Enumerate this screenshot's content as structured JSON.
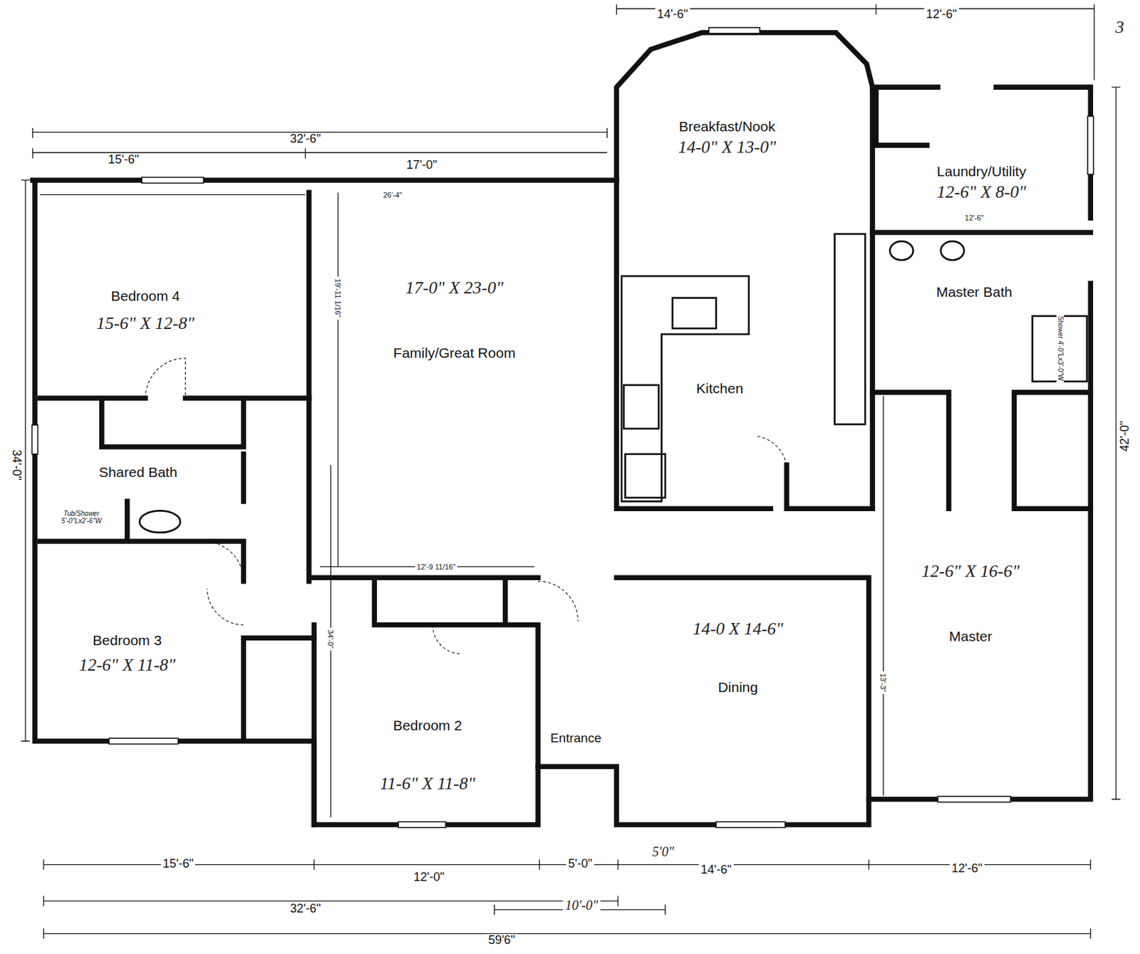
{
  "diagram": {
    "nodes": [
      {
        "text": [
          "Breakfast/Nook",
          "14-0\" X 13-0\""
        ]
      },
      {
        "text": [
          "Laundry/Utility",
          "12-6\" X 8-0\""
        ]
      },
      {
        "text": [
          "Bedroom 4",
          "15-6\" X 12-8\""
        ]
      },
      {
        "text": [
          "17-0\" X 23-0\"",
          "Family/Great Room"
        ]
      },
      {
        "text": [
          "Master Bath"
        ]
      },
      {
        "text": [
          "Kitchen"
        ]
      },
      {
        "text": [
          "Shared Bath"
        ]
      },
      {
        "text": [
          "12-6\" X 16-6\"",
          "Master"
        ]
      },
      {
        "text": [
          "Bedroom 3",
          "12-6\" X 11-8\""
        ]
      },
      {
        "text": [
          "14-0 X 14-6\"",
          "Dining"
        ]
      },
      {
        "text": [
          "Bedroom 2",
          "11-6\" X 11-8\""
        ]
      },
      {
        "text": [
          "Entrance"
        ]
      }
    ],
    "labels": [
      "3",
      "14'-6\"",
      "12'-6\"",
      "32'-6\"",
      "15'-6\"",
      "17'-0\"",
      "26'-4\"",
      "34'-0\"",
      "42'-0\"",
      "19'-11 1/16\"",
      "34'-0\"",
      "12'-9 11/16\"",
      "12'-6\"",
      "13'-3\"",
      "Tub/Shower 5'-0\"Lx2'-6\"W",
      "Shower 4'-0\"Lx3'-0\"W",
      "15'-6\"",
      "12'-0\"",
      "5'-0\"",
      "5'0\"",
      "14'-6\"",
      "12'-6\"",
      "32'-6\"",
      "10'-0\"",
      "59'6\""
    ]
  }
}
